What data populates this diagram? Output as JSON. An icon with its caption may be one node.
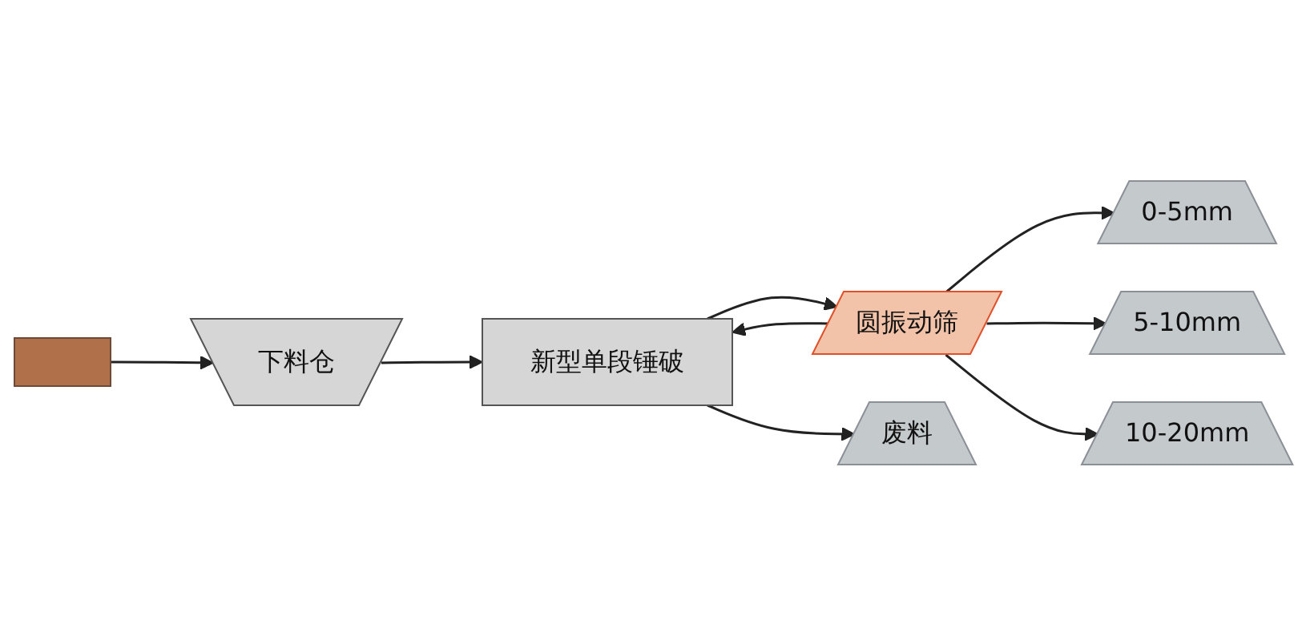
{
  "diagram": {
    "nodes": [
      {
        "text": [],
        "shape": "box"
      },
      {
        "text": [
          "下料仓"
        ]
      },
      {
        "text": [
          "新型单段锤破"
        ]
      },
      {
        "text": [
          "圆振动筛"
        ]
      },
      {
        "text": [
          "废料"
        ]
      },
      {
        "text": [
          "0-5mm"
        ]
      },
      {
        "text": [
          "5-10mm"
        ]
      },
      {
        "text": [
          "10-20mm"
        ]
      }
    ],
    "edges": [
      {
        "from": 0,
        "to": 1,
        "arrow": "to"
      },
      {
        "from": 1,
        "to": 2,
        "arrow": "to"
      },
      {
        "from": 2,
        "to": 3,
        "arrow": "to"
      },
      {
        "from": 3,
        "to": 2,
        "arrow": "to"
      },
      {
        "from": 2,
        "to": 4,
        "arrow": "to"
      },
      {
        "from": 3,
        "to": 5,
        "arrow": "to"
      },
      {
        "from": 3,
        "to": 6,
        "arrow": "to"
      },
      {
        "from": 3,
        "to": 7,
        "arrow": "to"
      }
    ]
  }
}
